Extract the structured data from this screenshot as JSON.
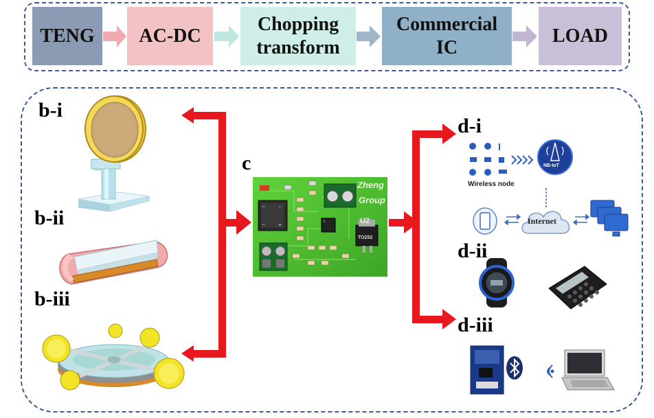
{
  "pipeline": {
    "stages": [
      {
        "label": "TENG",
        "color": "#8a9bb3"
      },
      {
        "label": "AC-DC",
        "color": "#f2c2c4"
      },
      {
        "label": "Chopping\ntransform",
        "color": "#cfeee8"
      },
      {
        "label": "Commercial\nIC",
        "color": "#8fb0c6"
      },
      {
        "label": "LOAD",
        "color": "#c9bfd6"
      }
    ],
    "arrow_colors": [
      "#f2a9b1",
      "#bfe6e1",
      "#9fb6c8",
      "#c1b5d0"
    ]
  },
  "labels": {
    "b_i": "b-i",
    "b_ii": "b-ii",
    "b_iii": "b-iii",
    "c": "c",
    "d_i": "d-i",
    "d_ii": "d-ii",
    "d_iii": "d-iii"
  },
  "pcb": {
    "brand_line1": "Zheng",
    "brand_line2": "Group",
    "ref_u2": "U2",
    "package": "TO252"
  },
  "iot": {
    "wireless_node": "Wireless node",
    "nbiot": "NB-IoT",
    "internet": "Internet"
  },
  "colors": {
    "arrow_red": "#e8191e",
    "pcb_green": "#52c02c",
    "border_blue": "#3c5a9a"
  }
}
